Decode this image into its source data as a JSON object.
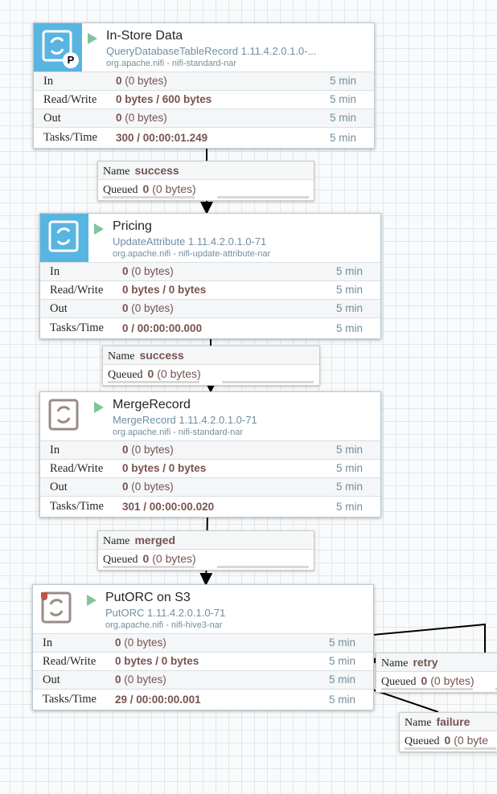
{
  "processors": [
    {
      "name": "In-Store Data",
      "type": "QueryDatabaseTableRecord 1.11.4.2.0.1.0-...",
      "bundle": "org.apache.nifi - nifi-standard-nar",
      "icon": "processor-blue",
      "badge": "P",
      "badge_icon": "primary-node-icon",
      "in_count": "0",
      "in_bytes": "(0 bytes)",
      "read_write": "0 bytes / 600 bytes",
      "out_count": "0",
      "out_bytes": "(0 bytes)",
      "tasks_time": "300 / 00:00:01.249",
      "window": "5 min"
    },
    {
      "name": "Pricing",
      "type": "UpdateAttribute 1.11.4.2.0.1.0-71",
      "bundle": "org.apache.nifi - nifi-update-attribute-nar",
      "icon": "processor-blue",
      "in_count": "0",
      "in_bytes": "(0 bytes)",
      "read_write": "0 bytes / 0 bytes",
      "out_count": "0",
      "out_bytes": "(0 bytes)",
      "tasks_time": "0 / 00:00:00.000",
      "window": "5 min"
    },
    {
      "name": "MergeRecord",
      "type": "MergeRecord 1.11.4.2.0.1.0-71",
      "bundle": "org.apache.nifi - nifi-standard-nar",
      "icon": "processor-grey",
      "in_count": "0",
      "in_bytes": "(0 bytes)",
      "read_write": "0 bytes / 0 bytes",
      "out_count": "0",
      "out_bytes": "(0 bytes)",
      "tasks_time": "301 / 00:00:00.020",
      "window": "5 min"
    },
    {
      "name": "PutORC on S3",
      "type": "PutORC 1.11.4.2.0.1.0-71",
      "bundle": "org.apache.nifi - nifi-hive3-nar",
      "icon": "processor-grey",
      "restricted": true,
      "in_count": "0",
      "in_bytes": "(0 bytes)",
      "read_write": "0 bytes / 0 bytes",
      "out_count": "0",
      "out_bytes": "(0 bytes)",
      "tasks_time": "29 / 00:00:00.001",
      "window": "5 min"
    }
  ],
  "row_labels": {
    "in": "In",
    "read_write": "Read/Write",
    "out": "Out",
    "tasks_time": "Tasks/Time"
  },
  "connection_labels": {
    "name": "Name",
    "queued": "Queued"
  },
  "connections": [
    {
      "name": "success",
      "queued_count": "0",
      "queued_bytes": "(0 bytes)"
    },
    {
      "name": "success",
      "queued_count": "0",
      "queued_bytes": "(0 bytes)"
    },
    {
      "name": "merged",
      "queued_count": "0",
      "queued_bytes": "(0 bytes)"
    },
    {
      "name": "retry",
      "queued_count": "0",
      "queued_bytes": "(0 bytes)"
    },
    {
      "name": "failure",
      "queued_count": "0",
      "queued_bytes": "(0 byte"
    }
  ],
  "colors": {
    "accent_blue": "#58b5e1",
    "run_green": "#7fc49a",
    "value_brown": "#775351",
    "restricted_red": "#ba554a"
  }
}
